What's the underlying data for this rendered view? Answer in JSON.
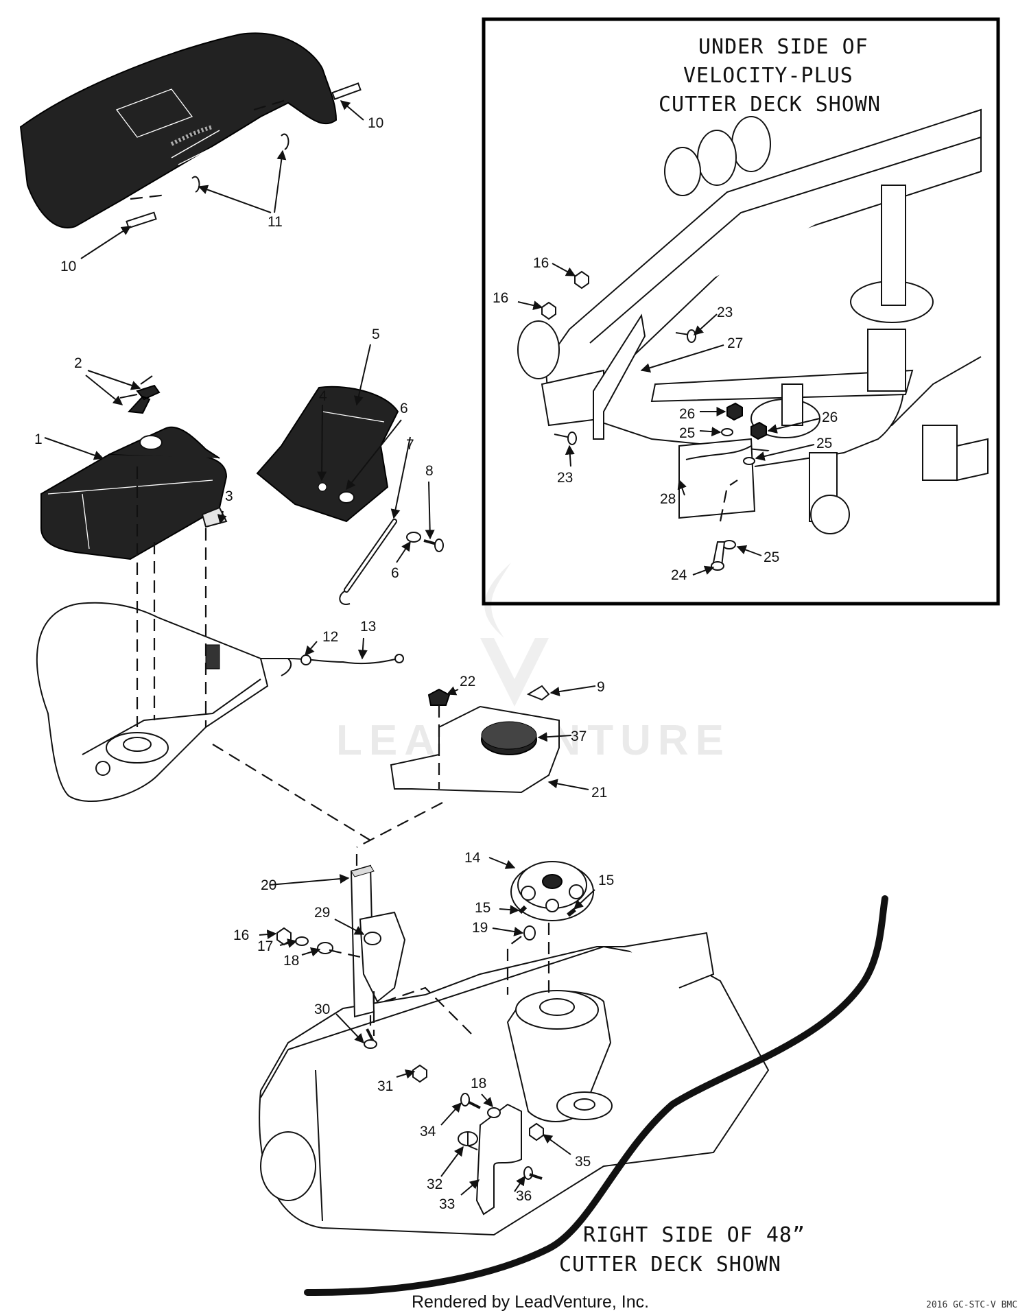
{
  "inset": {
    "caption": [
      "UNDER SIDE OF",
      "VELOCITY-PLUS",
      "CUTTER DECK SHOWN"
    ]
  },
  "main": {
    "caption": [
      "RIGHT SIDE OF 48”",
      "CUTTER DECK SHOWN"
    ]
  },
  "footer": {
    "rendered_by": "Rendered by LeadVenture, Inc.",
    "code": "2016 GC-STC-V BMC"
  },
  "watermark": "LEADVENTURE",
  "callouts": {
    "c10a": "10",
    "c10b": "10",
    "c11": "11",
    "c1": "1",
    "c2": "2",
    "c3": "3",
    "c4": "4",
    "c5": "5",
    "c6a": "6",
    "c6b": "6",
    "c7": "7",
    "c8": "8",
    "c9": "9",
    "c12": "12",
    "c13": "13",
    "c14": "14",
    "c15a": "15",
    "c15b": "15",
    "c16a": "16",
    "c16b": "16",
    "c16c": "16",
    "c17": "17",
    "c18a": "18",
    "c18b": "18",
    "c19": "19",
    "c20": "20",
    "c21": "21",
    "c22": "22",
    "c23a": "23",
    "c23b": "23",
    "c24": "24",
    "c25a": "25",
    "c25b": "25",
    "c25c": "25",
    "c26a": "26",
    "c26b": "26",
    "c27": "27",
    "c28": "28",
    "c29": "29",
    "c30": "30",
    "c31": "31",
    "c32": "32",
    "c33": "33",
    "c34": "34",
    "c35": "35",
    "c36": "36",
    "c37": "37"
  }
}
